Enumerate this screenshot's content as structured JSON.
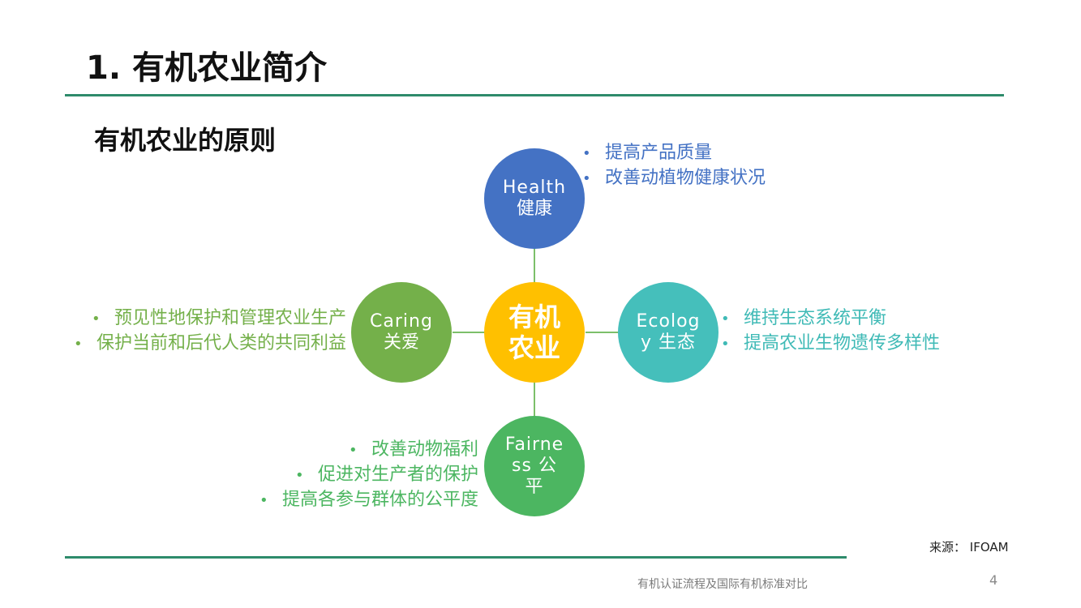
{
  "title": "1. 有机农业简介",
  "subtitle": "有机农业的原则",
  "center": {
    "line1": "有机",
    "line2": "农业",
    "color": "#ffc000"
  },
  "principles": {
    "health": {
      "en": "Health",
      "zh": "健康",
      "color": "#4472c4",
      "bullets": [
        "提高产品质量",
        "改善动植物健康状况"
      ]
    },
    "ecology": {
      "en": "Ecolog y",
      "zh": "生态",
      "color": "#45bfbb",
      "bullets": [
        "维持生态系统平衡",
        "提高农业生物遗传多样性"
      ]
    },
    "caring": {
      "en": "Caring",
      "zh": "关爱",
      "color": "#74b04a",
      "bullets": [
        "预见性地保护和管理农业生产",
        "保护当前和后代人类的共同利益"
      ]
    },
    "fairness": {
      "en": "Fairne ss",
      "zh": "公 平",
      "color": "#4cb661",
      "bullets": [
        "改善动物福利",
        "促进对生产者的保护",
        "提高各参与群体的公平度"
      ]
    }
  },
  "bullet_symbol": "•",
  "source": "来源： IFOAM",
  "footer": "有机认证流程及国际有机标准对比",
  "page_number": "4"
}
